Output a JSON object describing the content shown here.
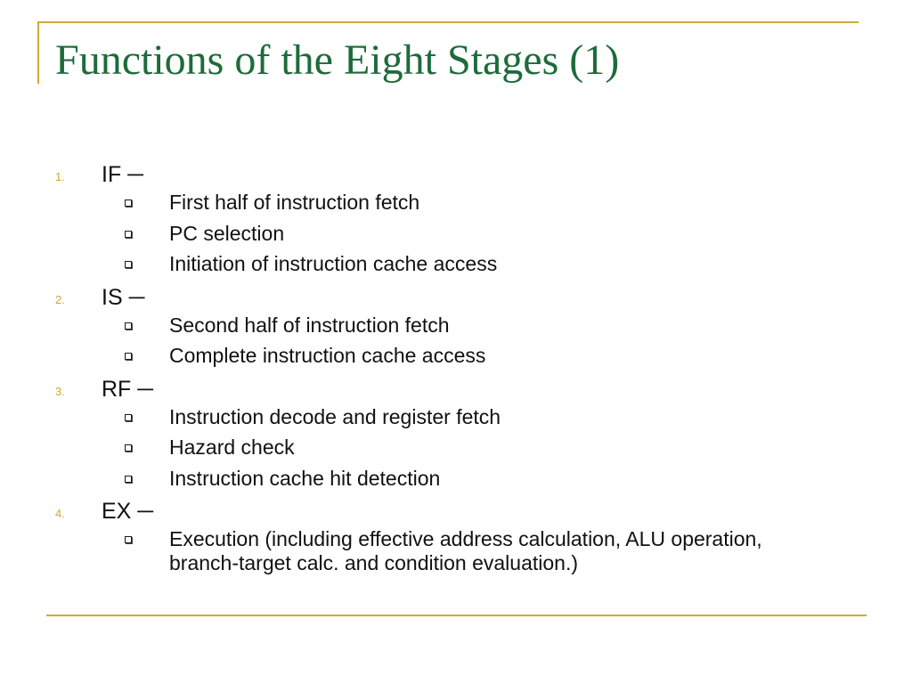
{
  "slide": {
    "title": "Functions of the Eight Stages (1)",
    "accent_color": "#cfa936",
    "title_color": "#1d6b3a",
    "bullet_icon": "hollow-square-bullet-icon"
  },
  "stages": [
    {
      "number": "1.",
      "label": "IF   ─",
      "items": [
        "First half of instruction fetch",
        "PC selection",
        "Initiation of instruction cache access"
      ]
    },
    {
      "number": "2.",
      "label": "IS   ─",
      "items": [
        "Second half of instruction fetch",
        "Complete instruction cache access"
      ]
    },
    {
      "number": "3.",
      "label": "RF ─",
      "items": [
        "Instruction decode and register fetch",
        "Hazard check",
        "Instruction cache hit detection"
      ]
    },
    {
      "number": "4.",
      "label": "EX ─",
      "items": [
        "Execution (including effective address calculation, ALU operation, branch-target calc. and condition evaluation.)"
      ]
    }
  ]
}
